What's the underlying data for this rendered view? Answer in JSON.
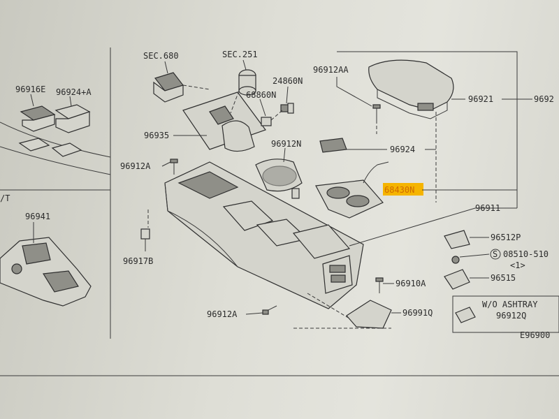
{
  "labels": {
    "sec680": "SEC.680",
    "sec251": "SEC.251",
    "p96916e": "96916E",
    "p96924a": "96924+A",
    "p96912aa": "96912AA",
    "p24860n": "24860N",
    "p68860n": "68860N",
    "p96921": "96921",
    "p9692_edge": "9692",
    "p96935": "96935",
    "p96912n": "96912N",
    "p96924": "96924",
    "p96912a_top": "96912A",
    "p68430n": "68430N",
    "p96941": "96941",
    "p96911": "96911",
    "p96512p": "96512P",
    "p96917b": "96917B",
    "p08510": "08510-510",
    "p08510_qty": "<1>",
    "p96515": "96515",
    "p96910a": "96910A",
    "wo_ashtray": "W/O ASHTRAY",
    "p96912q": "96912Q",
    "p96991q": "96991Q",
    "p96912a_bottom": "96912A",
    "diagram_code": "E96900",
    "left_edge": "/T",
    "s_circle": "S"
  },
  "colors": {
    "highlight": "#f5b400",
    "highlight_text": "#d06a00",
    "line": "#3a3a3a"
  }
}
